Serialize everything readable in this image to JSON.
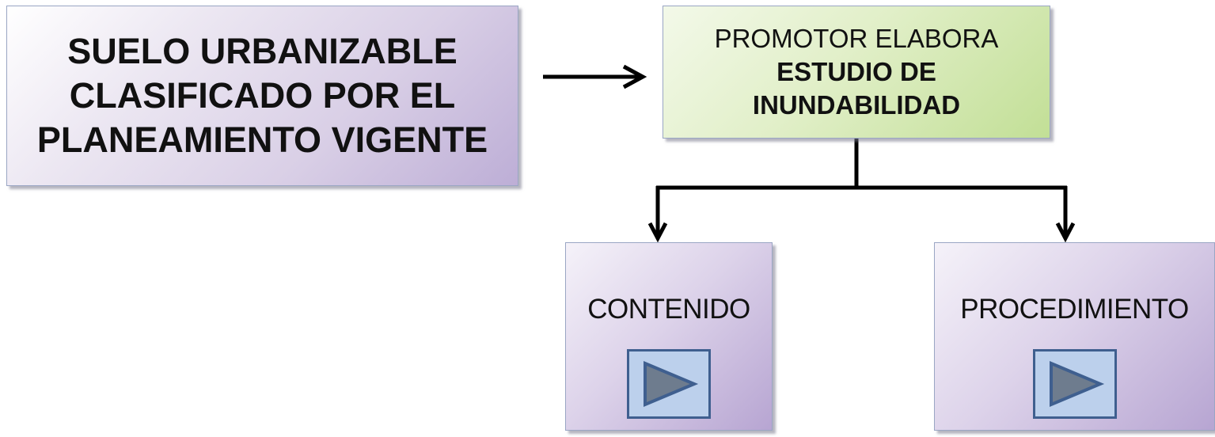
{
  "nodes": {
    "main": {
      "lines": [
        "SUELO URBANIZABLE",
        "CLASIFICADO POR EL",
        "PLANEAMIENTO VIGENTE"
      ]
    },
    "promotor": {
      "line1": "PROMOTOR ELABORA",
      "line2": "ESTUDIO DE",
      "line3": "INUNDABILIDAD"
    },
    "contenido": {
      "label": "CONTENIDO",
      "button_icon": "play-icon"
    },
    "procedimiento": {
      "label": "PROCEDIMIENTO",
      "button_icon": "play-icon"
    }
  },
  "edges": [
    {
      "from": "main",
      "to": "promotor"
    },
    {
      "from": "promotor",
      "to": "contenido"
    },
    {
      "from": "promotor",
      "to": "procedimiento"
    }
  ],
  "colors": {
    "main_box": "#d9cfe6",
    "promotor_box": "#e1efc8",
    "sub_box": "#ddd3ea",
    "play_button_fill": "#bcd0ec",
    "play_button_border": "#3f5f8f",
    "play_triangle": "#6e7c8e",
    "connector": "#000000"
  }
}
